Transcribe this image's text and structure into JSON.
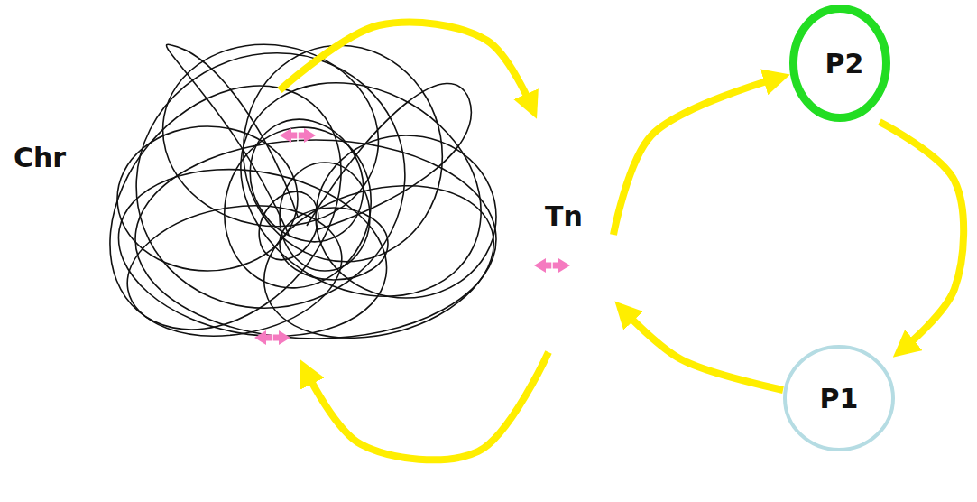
{
  "diagram": {
    "nodes": [
      {
        "text": [
          "Chr"
        ]
      },
      {
        "text": [
          "Tn"
        ]
      },
      {
        "text": [
          "P2"
        ]
      },
      {
        "text": [
          "P1"
        ]
      }
    ],
    "edges": [
      {
        "from": 0,
        "to": 1,
        "arrow": "to"
      },
      {
        "from": 1,
        "to": 2,
        "arrow": "to"
      },
      {
        "from": 2,
        "to": 3,
        "arrow": "to"
      },
      {
        "from": 3,
        "to": 1,
        "arrow": "to"
      },
      {
        "from": 1,
        "to": 0,
        "arrow": "to"
      }
    ]
  }
}
